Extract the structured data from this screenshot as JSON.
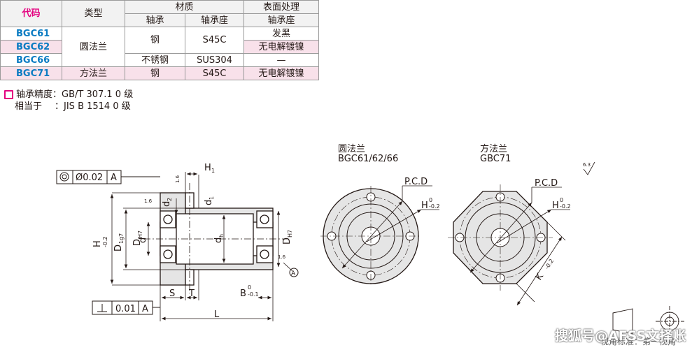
{
  "table": {
    "header": {
      "code": "代码",
      "type": "类型",
      "material": "材质",
      "bearing": "轴承",
      "housing": "轴承座",
      "surface": "表面处理",
      "surface_sub": "轴承座"
    },
    "rows": {
      "bgc61": {
        "code": "BGC61",
        "surface": "发黑"
      },
      "bgc62": {
        "code": "BGC62",
        "type": "圆法兰",
        "surface": "无电解镀镍"
      },
      "bgc66": {
        "code": "BGC66",
        "bearing": "不锈钢",
        "housing": "SUS304",
        "surface": "—"
      },
      "bgc71": {
        "code": "BGC71",
        "type": "方法兰",
        "bearing": "钢",
        "housing": "S45C",
        "surface": "无电解镀镍"
      }
    },
    "merged": {
      "bearing_61_62": "钢",
      "housing_61_62": "S45C"
    }
  },
  "notes": {
    "line1": "轴承精度：GB/T 307.1  0  级",
    "line2_label": "相当于",
    "line2_value": "：JIS  B 1514  0  级"
  },
  "drawing": {
    "tol_concentric": "Ø0.02",
    "datum_a": "A",
    "tol_perp": "0.01",
    "labels": {
      "h1": "H",
      "h1_sub": "1",
      "d2": "d",
      "d2_sub": "2",
      "d1": "d",
      "d1_sub": "1",
      "H": "H",
      "H_tol": "-0.2",
      "D": "D",
      "D_sub": "1g7",
      "DH7": "D",
      "DH7_sub": "H7",
      "d": "d",
      "dh": "d",
      "dh_sub": "h",
      "DH7r": "D",
      "DH7r_sub": "H7",
      "S": "S",
      "T": "T",
      "B": "B",
      "B_tol": "-0.1",
      "L": "L",
      "rough1": "1.6",
      "rough2": "1.6",
      "rough3": "1.6",
      "rough4": "6.3",
      "zero": "0",
      "circle_a": "A"
    },
    "round": {
      "title": "圆法兰",
      "subtitle": "BGC61/62/66",
      "pcd": "P.C.D",
      "h": "H",
      "h_tol": "-0.2"
    },
    "square": {
      "title": "方法兰",
      "subtitle": "GBC71",
      "pcd": "P.C.D",
      "h": "H",
      "h_tol": "-0.2",
      "k": "K",
      "k_tol": "-0.2"
    }
  },
  "footer": {
    "watermark": "搜狐号@AFSS文择账",
    "projection": "视角标准：第一视角"
  }
}
